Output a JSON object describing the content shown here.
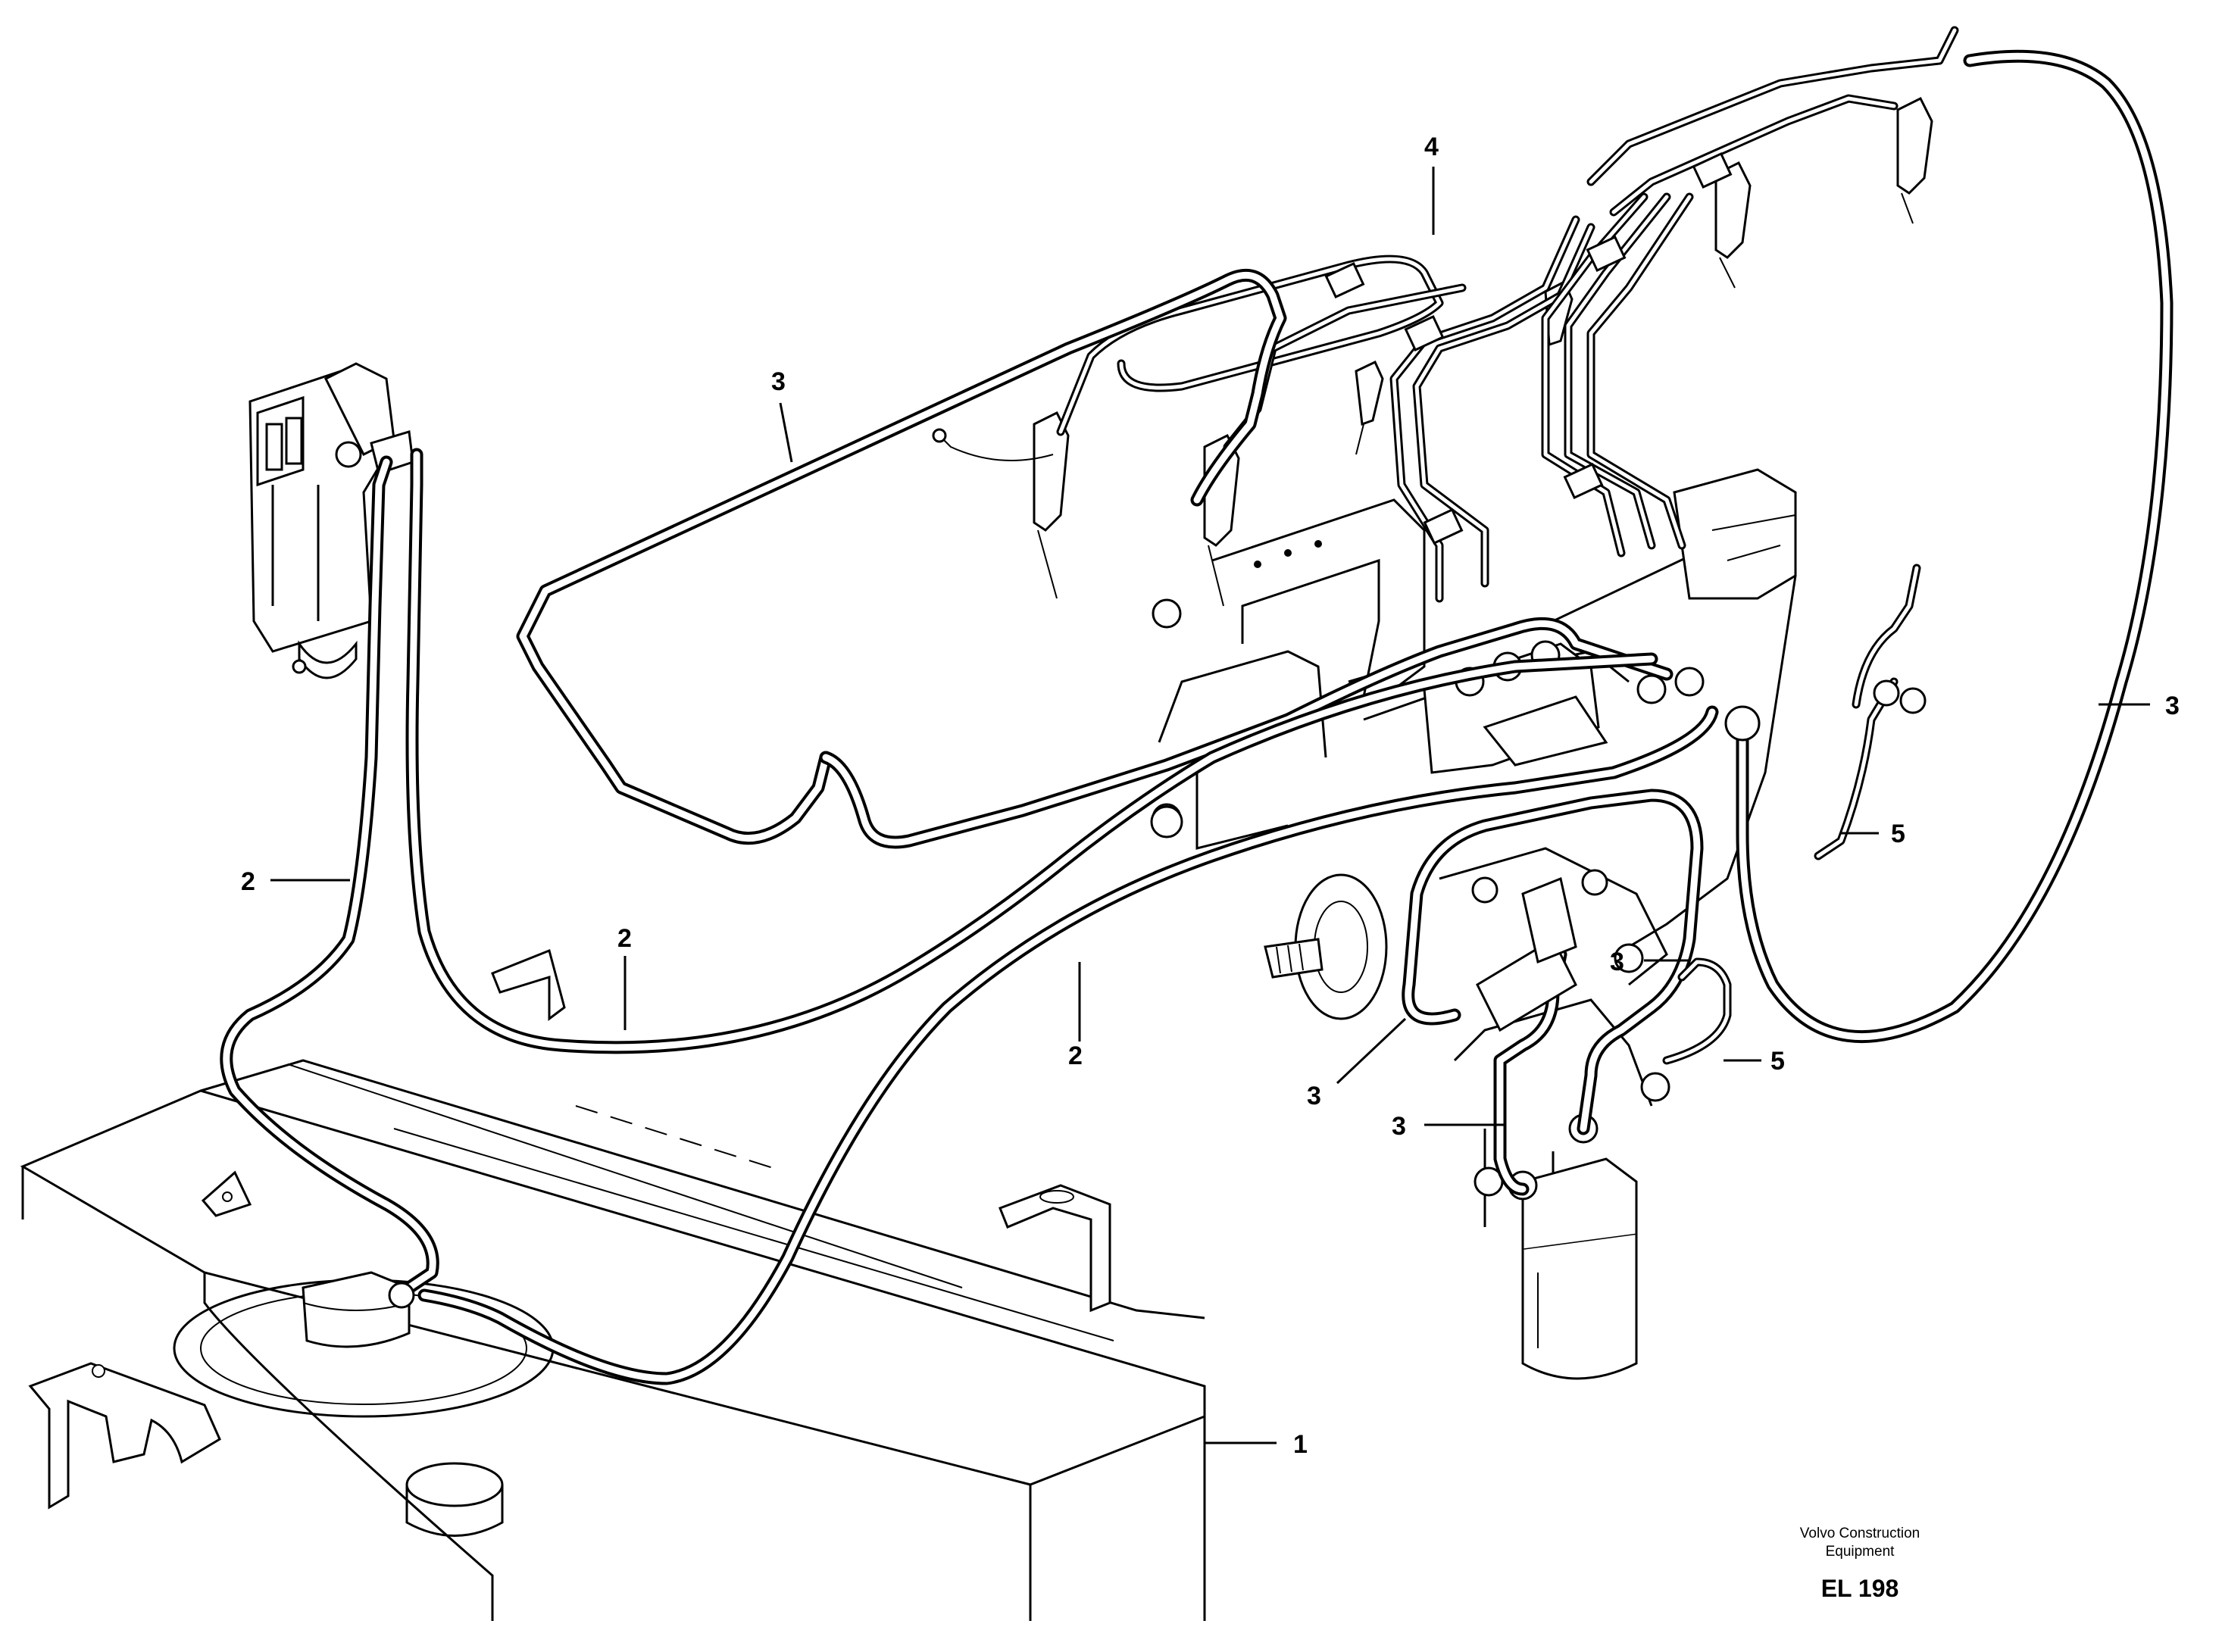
{
  "callouts": [
    {
      "id": "1",
      "text": "1"
    },
    {
      "id": "2a",
      "text": "2"
    },
    {
      "id": "2b",
      "text": "2"
    },
    {
      "id": "2c",
      "text": "2"
    },
    {
      "id": "3a",
      "text": "3"
    },
    {
      "id": "3b",
      "text": "3"
    },
    {
      "id": "3c",
      "text": "3"
    },
    {
      "id": "3d",
      "text": "3"
    },
    {
      "id": "3e",
      "text": "3"
    },
    {
      "id": "4",
      "text": "4"
    },
    {
      "id": "5a",
      "text": "5"
    },
    {
      "id": "5b",
      "text": "5"
    }
  ],
  "credit": {
    "line1": "Volvo Construction",
    "line2": "Equipment",
    "code": "EL 198"
  }
}
